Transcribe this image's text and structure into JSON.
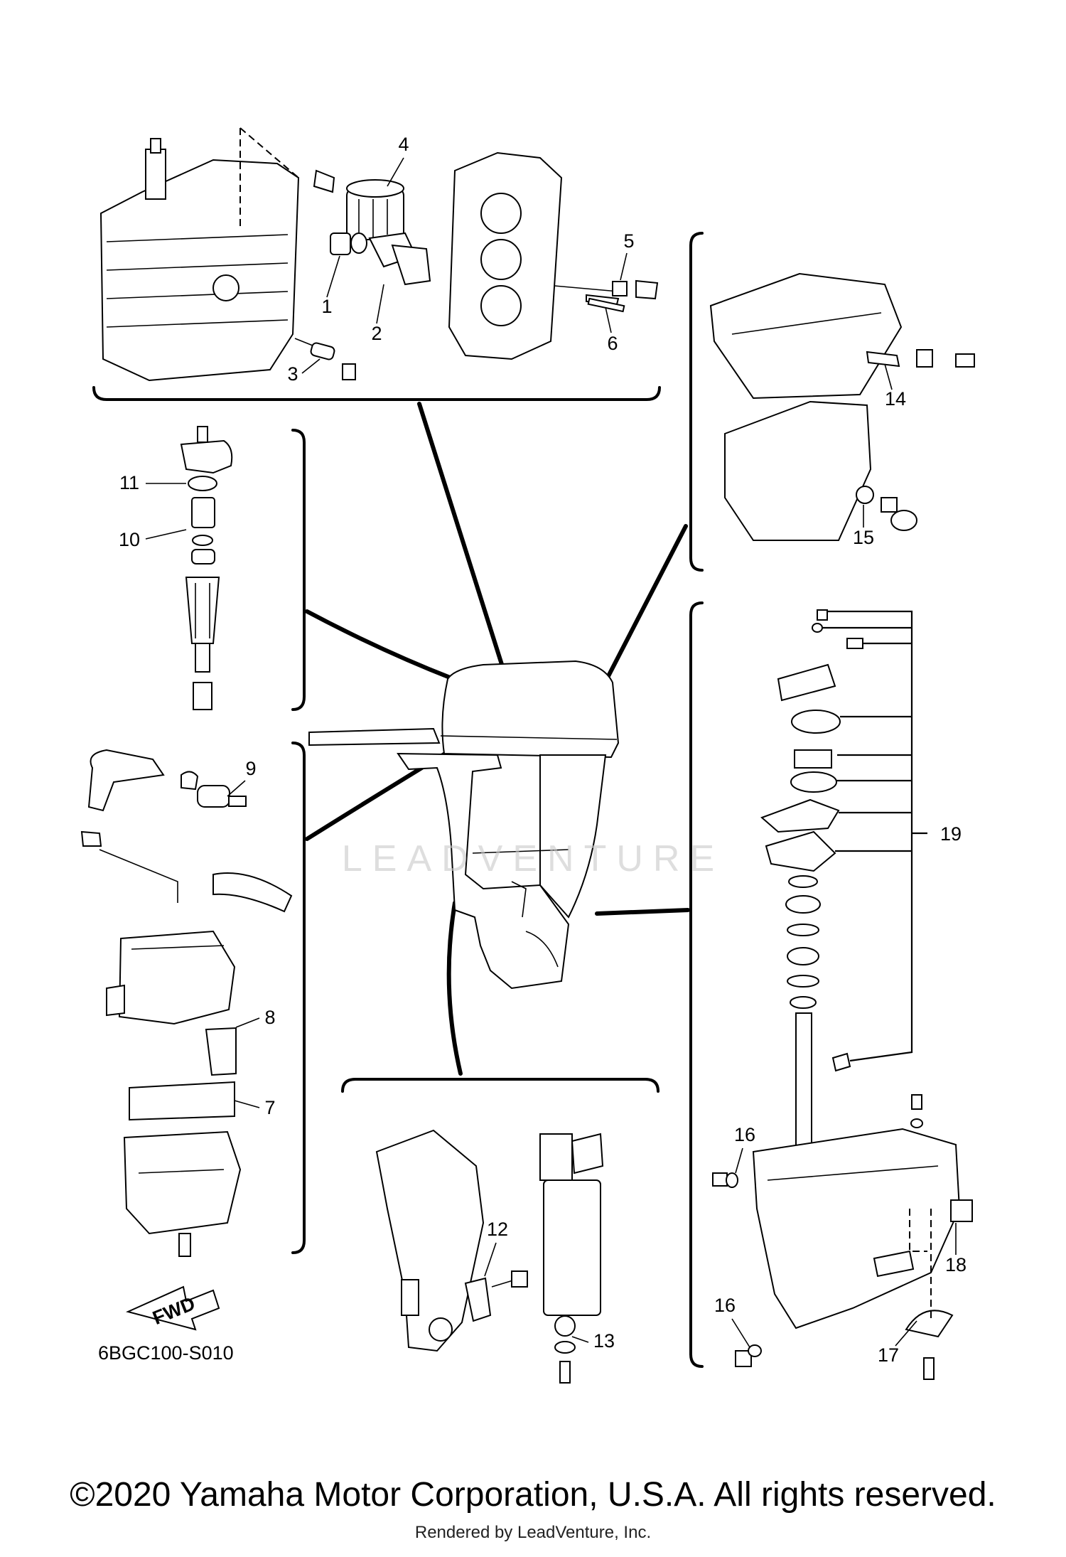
{
  "diagram": {
    "callouts": [
      "1",
      "2",
      "3",
      "4",
      "5",
      "6",
      "7",
      "8",
      "9",
      "10",
      "11",
      "12",
      "13",
      "14",
      "15",
      "16",
      "16",
      "17",
      "18",
      "19"
    ],
    "diagram_code": "6BGC100-S010",
    "fwd_label": "FWD",
    "watermark": "LEADVENTURE"
  },
  "footer": {
    "copyright": "©2020 Yamaha Motor Corporation, U.S.A. All rights reserved.",
    "rendered_by": "Rendered by LeadVenture, Inc."
  }
}
